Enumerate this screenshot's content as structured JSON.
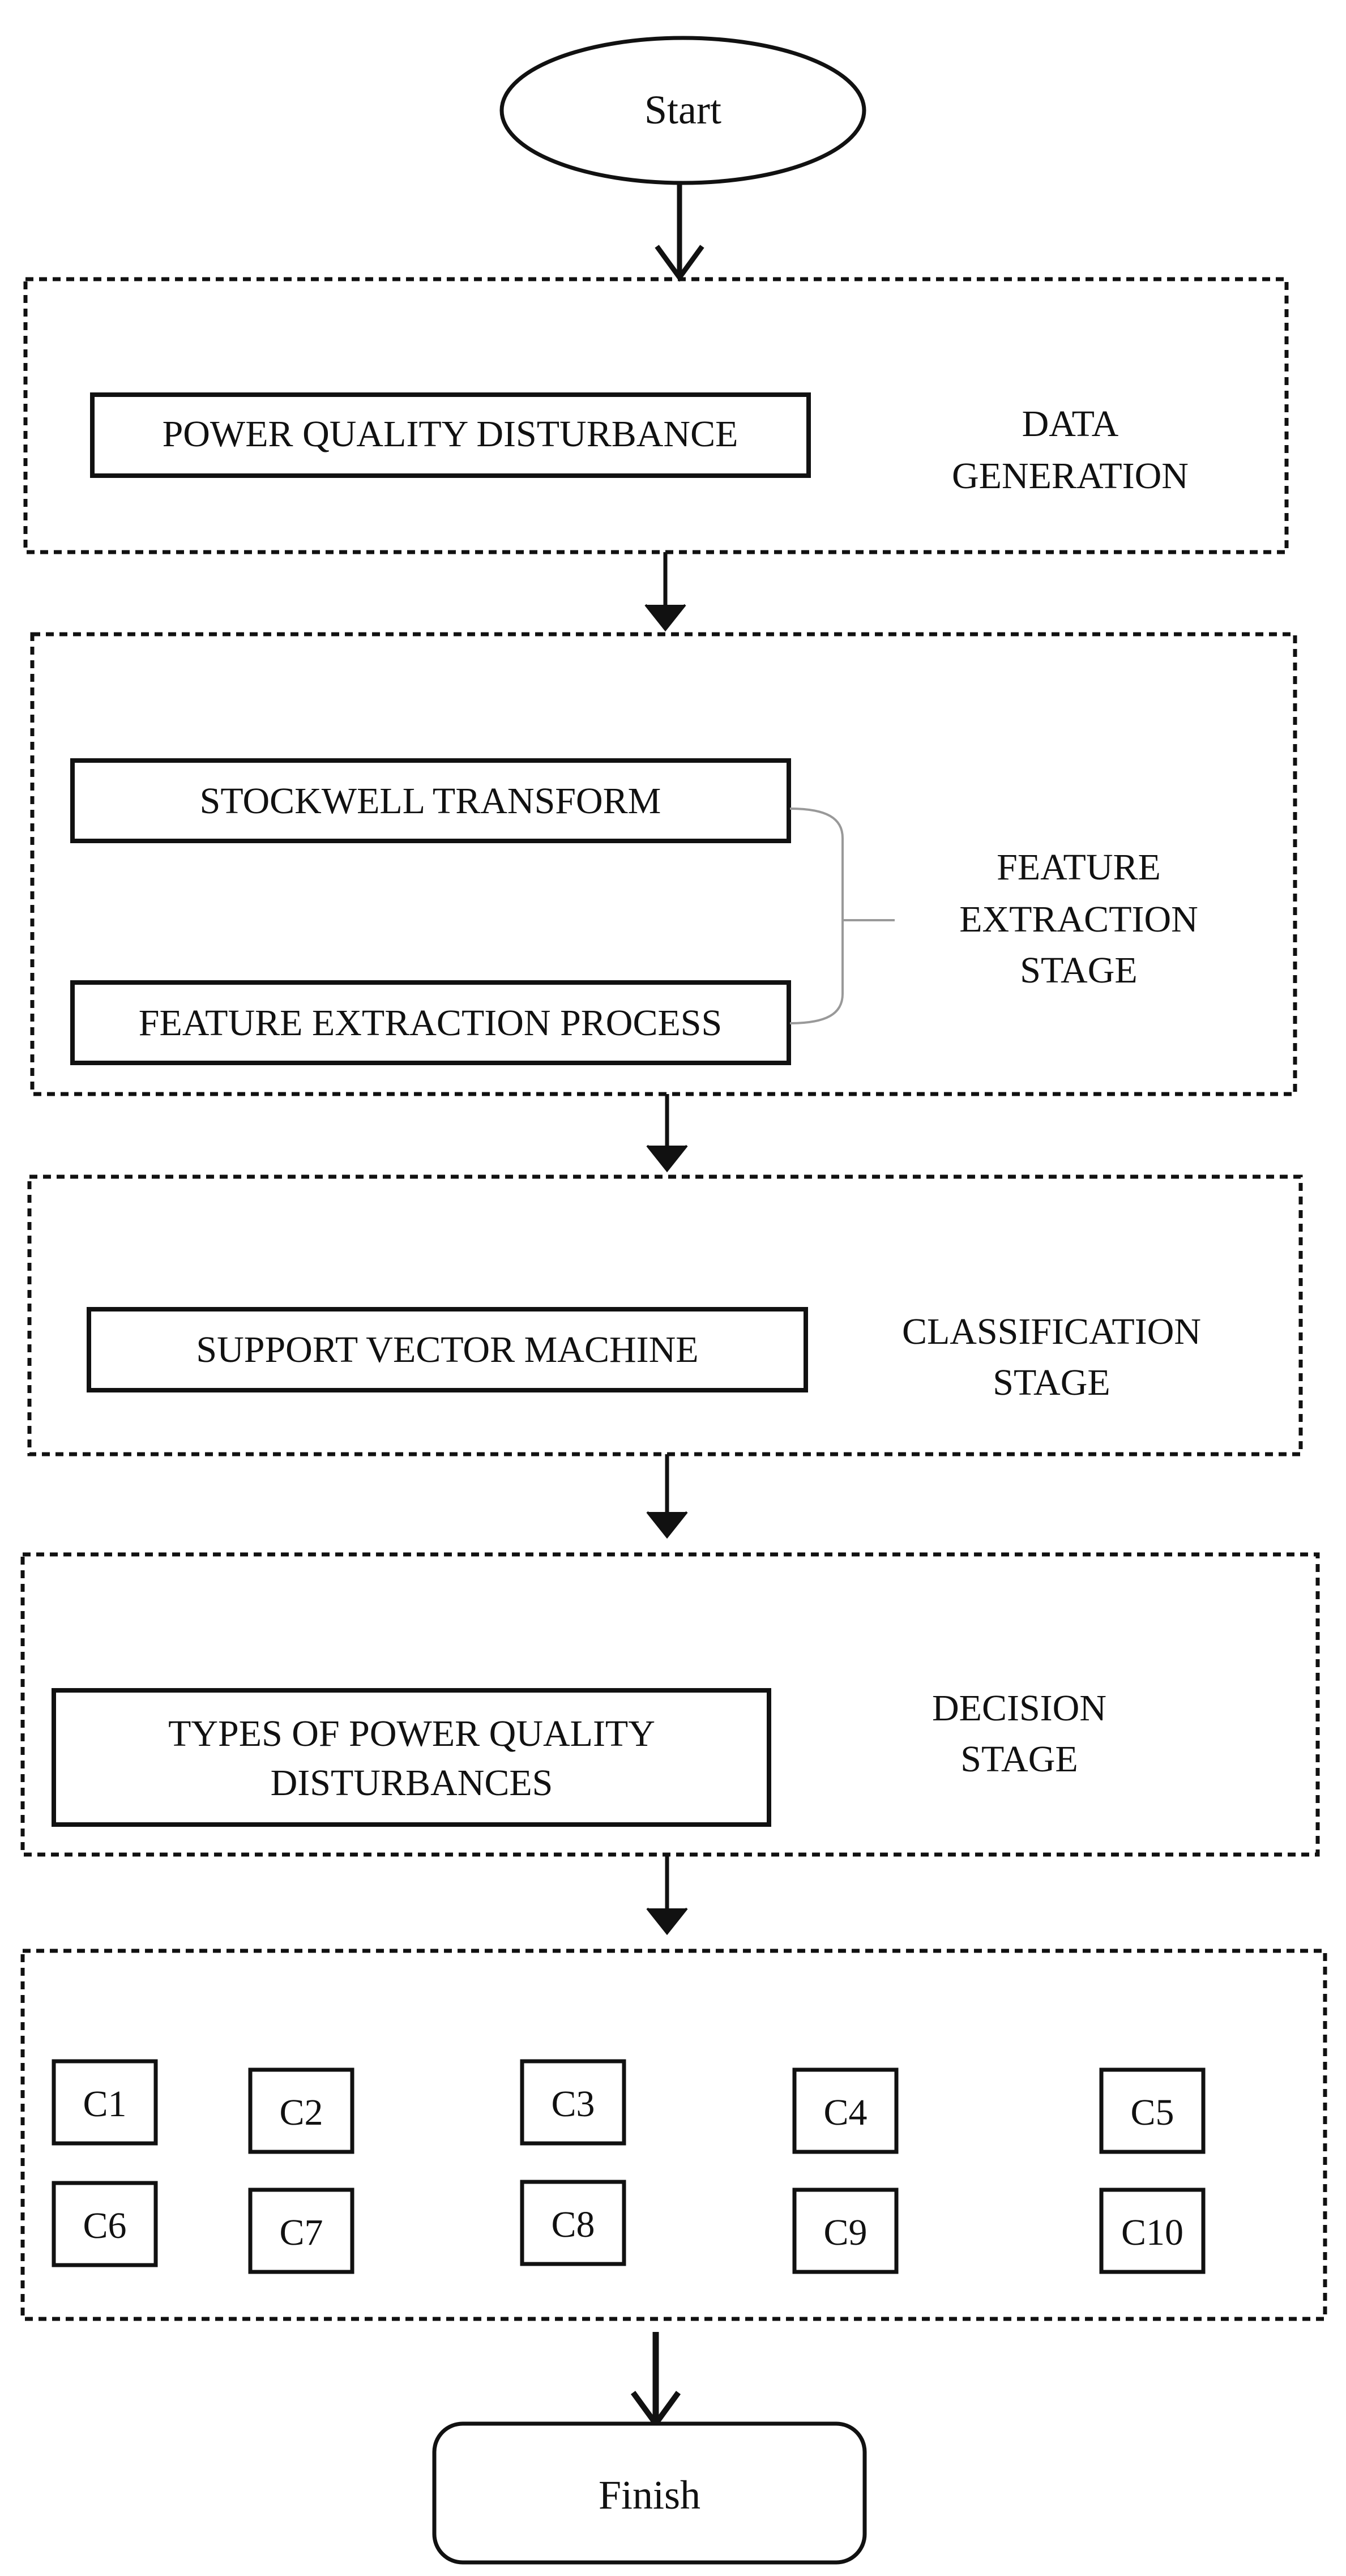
{
  "start_label": "Start",
  "finish_label": "Finish",
  "stages": {
    "data_generation": {
      "name": [
        "DATA",
        "GENERATION"
      ],
      "box": "POWER QUALITY DISTURBANCE"
    },
    "feature_extraction": {
      "name": [
        "FEATURE",
        "EXTRACTION",
        "STAGE"
      ],
      "boxes": [
        "STOCKWELL TRANSFORM",
        "FEATURE EXTRACTION PROCESS"
      ]
    },
    "classification": {
      "name": [
        "CLASSIFICATION",
        "STAGE"
      ],
      "box": "SUPPORT VECTOR MACHINE"
    },
    "decision": {
      "name": [
        "DECISION",
        "STAGE"
      ],
      "box": [
        "TYPES OF POWER QUALITY",
        "DISTURBANCES"
      ]
    }
  },
  "classes": [
    "C1",
    "C2",
    "C3",
    "C4",
    "C5",
    "C6",
    "C7",
    "C8",
    "C9",
    "C10"
  ]
}
